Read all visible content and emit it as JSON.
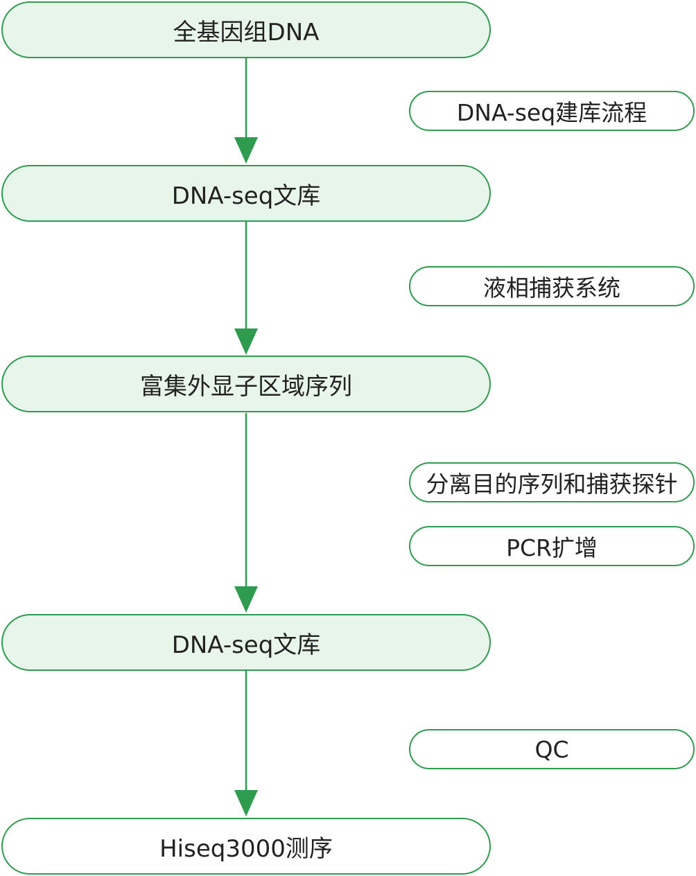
{
  "diagram": {
    "main_steps": [
      {
        "label": "全基因组DNA"
      },
      {
        "label": "DNA-seq文库"
      },
      {
        "label": "富集外显子区域序列"
      },
      {
        "label": "DNA-seq文库"
      },
      {
        "label": "Hiseq3000测序"
      }
    ],
    "side_notes": [
      {
        "label": "DNA-seq建库流程"
      },
      {
        "label": "液相捕获系统"
      },
      {
        "label": "分离目的序列和捕获探针"
      },
      {
        "label": "PCR扩增"
      },
      {
        "label": "QC"
      }
    ],
    "colors": {
      "accent": "#2e9b4f",
      "main_fill": "#e8f5ea",
      "final_fill": "#ffffff",
      "text": "#222222"
    }
  }
}
